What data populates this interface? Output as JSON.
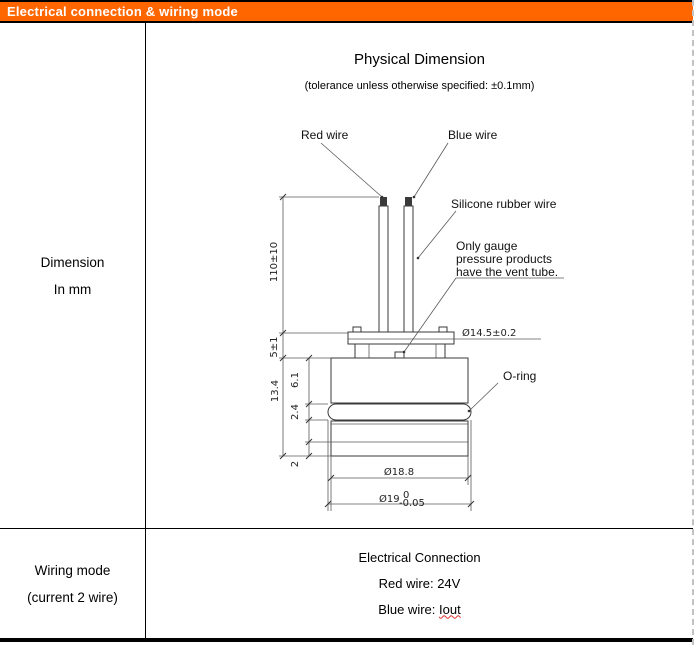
{
  "header": {
    "title": "Electrical connection & wiring mode",
    "accent_color": "#FF6600"
  },
  "dimension_row": {
    "label_line1": "Dimension",
    "label_line2": "In mm"
  },
  "wiring_row": {
    "label_line1": "Wiring mode",
    "label_line2": "(current 2 wire)",
    "content_title": "Electrical Connection",
    "red_wire_line": "Red wire: 24V",
    "blue_wire_prefix": "Blue wire: ",
    "blue_wire_value": "Iout"
  },
  "drawing": {
    "title": "Physical Dimension",
    "subtitle": "(tolerance unless otherwise specified: ±0.1mm)",
    "labels": {
      "red_wire": "Red wire",
      "blue_wire": "Blue wire",
      "silicone": "Silicone rubber wire",
      "vent_note_line1": "Only gauge",
      "vent_note_line2": "pressure products",
      "vent_note_line3": "have the vent tube.",
      "oring": "O-ring"
    },
    "dims": {
      "wire_length": "110±10",
      "flange_height": "5±1",
      "body_height": "13.4",
      "upper_body_height": "6.1",
      "oring_height": "2.4",
      "bottom_step": "2",
      "flange_dia": "Ø14.5±0.2",
      "body_dia": "Ø18.8",
      "outer_dia_prefix": "Ø19",
      "outer_dia_sup": "0",
      "outer_dia_sub": "-0.05"
    }
  }
}
